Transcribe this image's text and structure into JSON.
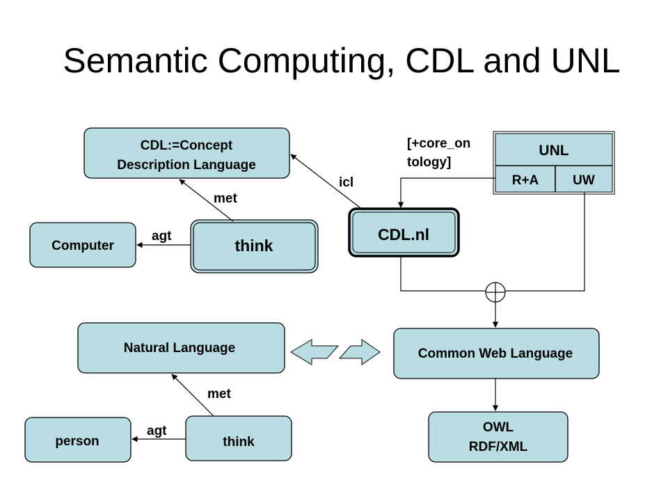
{
  "title": "Semantic Computing, CDL and UNL",
  "nodes": {
    "cdl_def_line1": "CDL:=Concept",
    "cdl_def_line2": "Description Language",
    "computer": "Computer",
    "think_top": "think",
    "cdl_nl": "CDL.nl",
    "unl_header": "UNL",
    "unl_ra": "R+A",
    "unl_uw": "UW",
    "natural_language": "Natural  Language",
    "common_web_language": "Common Web  Language",
    "person": "person",
    "think_bottom": "think",
    "owl_line1": "OWL",
    "owl_line2": "RDF/XML"
  },
  "edges": {
    "met_top": "met",
    "agt_top": "agt",
    "icl": "icl",
    "met_bottom": "met",
    "agt_bottom": "agt"
  },
  "annotations": {
    "core_ontology_line1": "[+core_on",
    "core_ontology_line2": "tology]"
  }
}
